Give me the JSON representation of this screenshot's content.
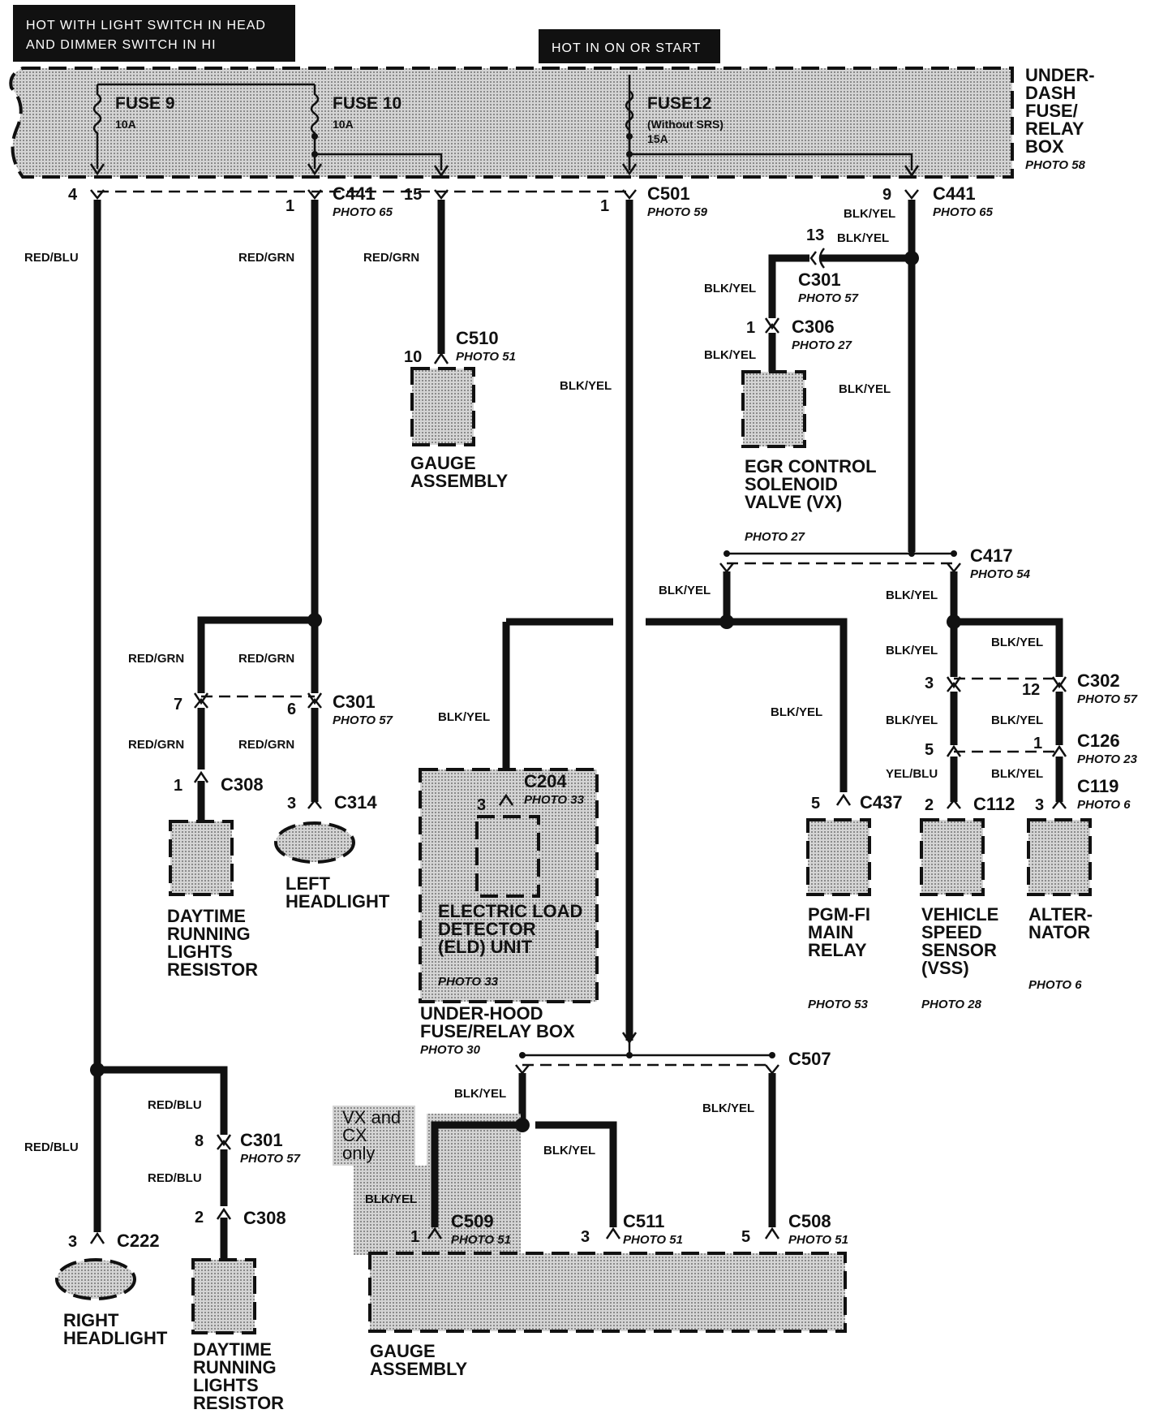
{
  "banners": {
    "headlight_hot": [
      "HOT WITH LIGHT SWITCH IN HEAD",
      "AND DIMMER SWITCH IN HI"
    ],
    "ign_hot": "HOT IN ON OR START"
  },
  "fuse_box": {
    "label": [
      "UNDER-",
      "DASH",
      "FUSE/",
      "RELAY",
      "BOX"
    ],
    "photo": "PHOTO 58"
  },
  "fuses": [
    {
      "name": "FUSE 9",
      "rating": "10A"
    },
    {
      "name": "FUSE 10",
      "rating": "10A"
    },
    {
      "name": "FUSE12",
      "note": "(Without SRS)",
      "rating": "15A"
    }
  ],
  "connectors": {
    "c441_top": {
      "name": "C441",
      "photo": "PHOTO 65"
    },
    "c501": {
      "name": "C501",
      "photo": "PHOTO 59"
    },
    "c441_right": {
      "name": "C441",
      "photo": "PHOTO 65"
    },
    "c301_egr": {
      "name": "C301",
      "photo": "PHOTO 57"
    },
    "c306": {
      "name": "C306",
      "photo": "PHOTO 27"
    },
    "c510": {
      "name": "C510",
      "photo": "PHOTO 51"
    },
    "c417": {
      "name": "C417",
      "photo": "PHOTO 54"
    },
    "c301_drl": {
      "name": "C301",
      "photo": "PHOTO 57"
    },
    "c308_drl": {
      "name": "C308"
    },
    "c314": {
      "name": "C314"
    },
    "c204": {
      "name": "C204",
      "photo": "PHOTO 33"
    },
    "c302": {
      "name": "C302",
      "photo": "PHOTO 57"
    },
    "c126": {
      "name": "C126",
      "photo": "PHOTO 23"
    },
    "c119": {
      "name": "C119",
      "photo": "PHOTO 6"
    },
    "c437": {
      "name": "C437"
    },
    "c112": {
      "name": "C112"
    },
    "c507": {
      "name": "C507"
    },
    "c301_low": {
      "name": "C301",
      "photo": "PHOTO 57"
    },
    "c308_low": {
      "name": "C308"
    },
    "c222": {
      "name": "C222"
    },
    "c509": {
      "name": "C509",
      "photo": "PHOTO 51"
    },
    "c511": {
      "name": "C511",
      "photo": "PHOTO 51"
    },
    "c508": {
      "name": "C508",
      "photo": "PHOTO 51"
    }
  },
  "pins": {
    "p4": "4",
    "p1a": "1",
    "p15": "15",
    "p1b": "1",
    "p9": "9",
    "p13": "13",
    "p1c": "1",
    "p10": "10",
    "p7": "7",
    "p6": "6",
    "p1d": "1",
    "p3a": "3",
    "p3b": "3",
    "p3c": "3",
    "p12": "12",
    "p5a": "5",
    "p1e": "1",
    "p5b": "5",
    "p2a": "2",
    "p3d": "3",
    "p8": "8",
    "p2b": "2",
    "p3e": "3",
    "p1f": "1",
    "p3f": "3",
    "p5c": "5"
  },
  "wire_colors": {
    "red_blu": "RED/BLU",
    "red_grn": "RED/GRN",
    "blk_yel": "BLK/YEL",
    "yel_blu": "YEL/BLU"
  },
  "components": {
    "gauge_top": [
      "GAUGE",
      "ASSEMBLY"
    ],
    "egr": [
      "EGR CONTROL",
      "SOLENOID",
      "VALVE (VX)"
    ],
    "egr_photo": "PHOTO 27",
    "drl_resistor_top": [
      "DAYTIME",
      "RUNNING",
      "LIGHTS",
      "RESISTOR"
    ],
    "left_headlight": [
      "LEFT",
      "HEADLIGHT"
    ],
    "eld": [
      "ELECTRIC LOAD",
      "DETECTOR",
      "(ELD) UNIT"
    ],
    "eld_photo": "PHOTO 33",
    "underhood": [
      "UNDER-HOOD",
      "FUSE/RELAY BOX"
    ],
    "underhood_photo": "PHOTO 30",
    "pgmfi": [
      "PGM-FI",
      "MAIN",
      "RELAY"
    ],
    "pgmfi_photo": "PHOTO 53",
    "vss": [
      "VEHICLE",
      "SPEED",
      "SENSOR",
      "(VSS)"
    ],
    "vss_photo": "PHOTO 28",
    "alternator": [
      "ALTER-",
      "NATOR"
    ],
    "alternator_photo": "PHOTO 6",
    "right_headlight": [
      "RIGHT",
      "HEADLIGHT"
    ],
    "drl_resistor_low": [
      "DAYTIME",
      "RUNNING",
      "LIGHTS",
      "RESISTOR"
    ],
    "gauge_low": [
      "GAUGE",
      "ASSEMBLY"
    ]
  },
  "notes": {
    "vx_cx": [
      "VX and",
      "CX",
      "only"
    ]
  },
  "colors": {
    "ink": "#111111",
    "shade": "#bdbdbd",
    "paper": "#ffffff"
  }
}
